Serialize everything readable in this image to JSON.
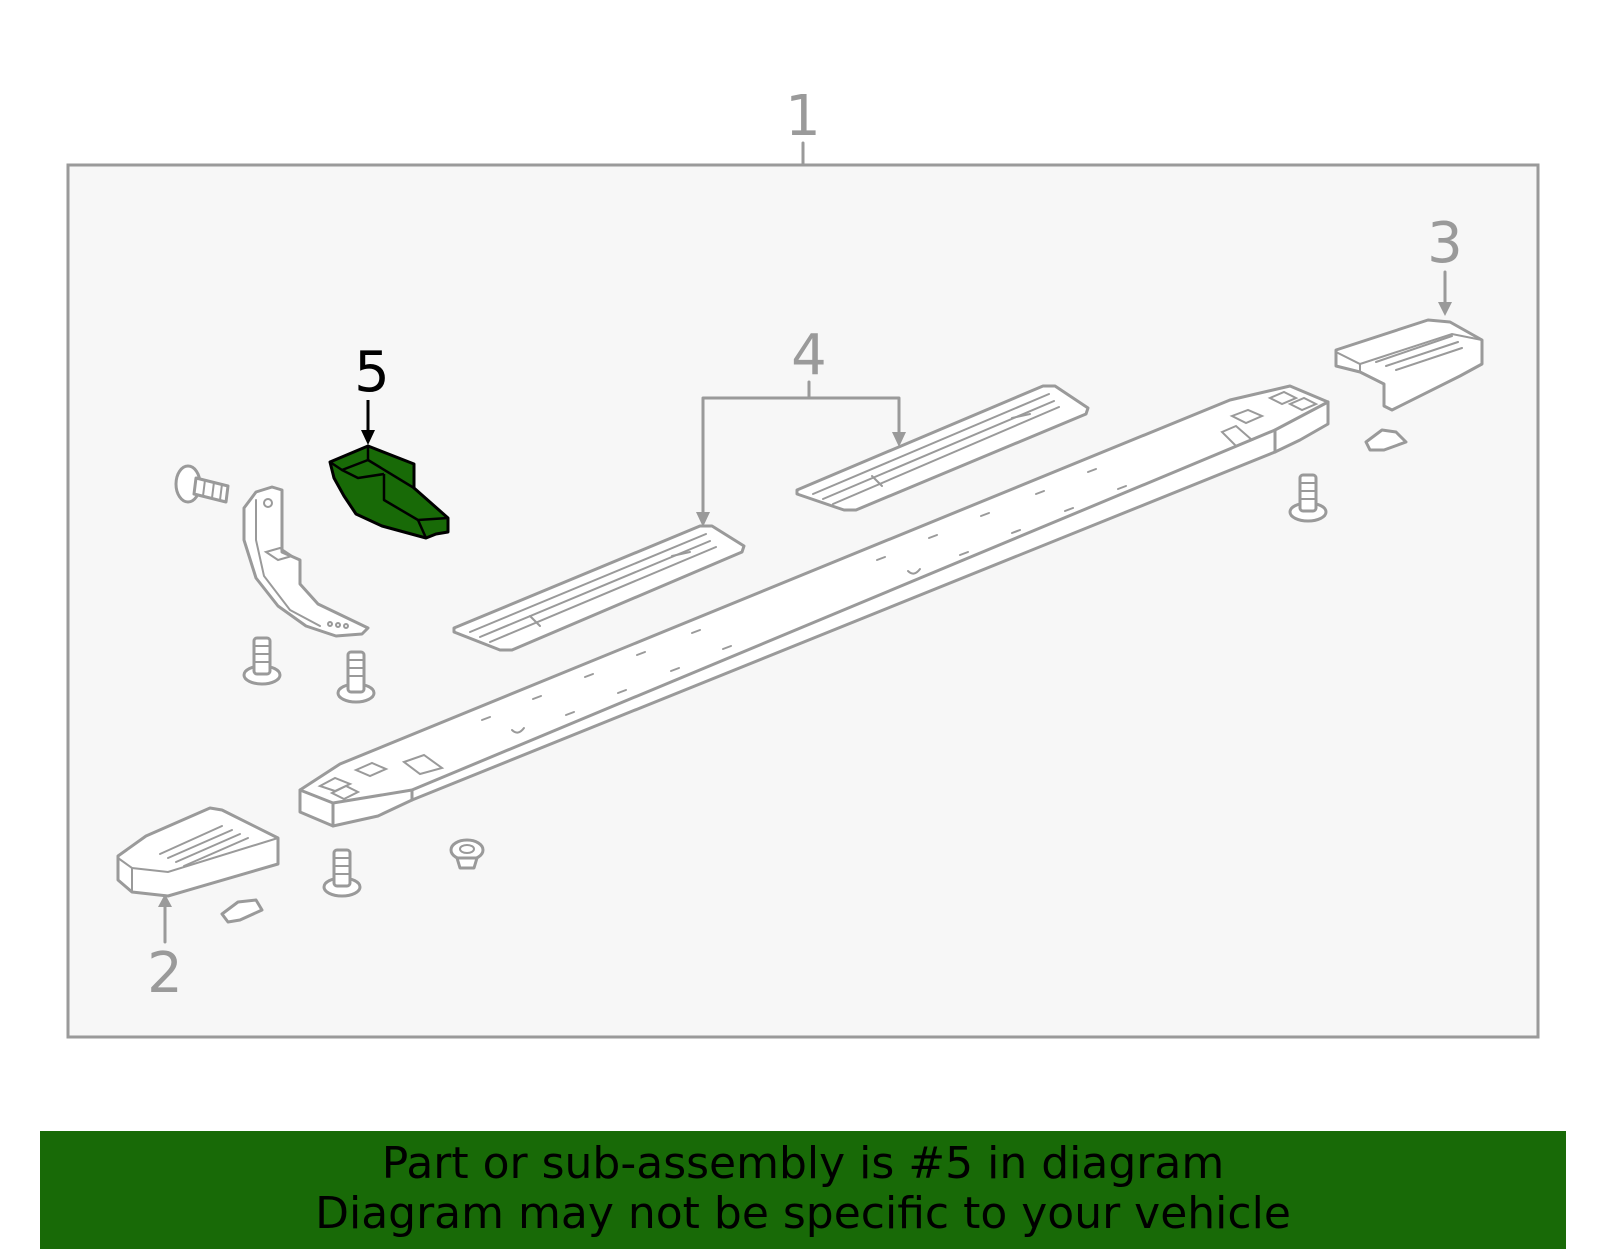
{
  "callouts": {
    "c1": "1",
    "c2": "2",
    "c3": "3",
    "c4": "4",
    "c5": "5"
  },
  "banner": {
    "line1": "Part or sub-assembly is #5 in diagram",
    "line2": "Diagram may not be specific to your vehicle"
  },
  "colors": {
    "highlight": "#186a07",
    "outline": "#9a9a9a",
    "panel": "#f7f7f7"
  }
}
